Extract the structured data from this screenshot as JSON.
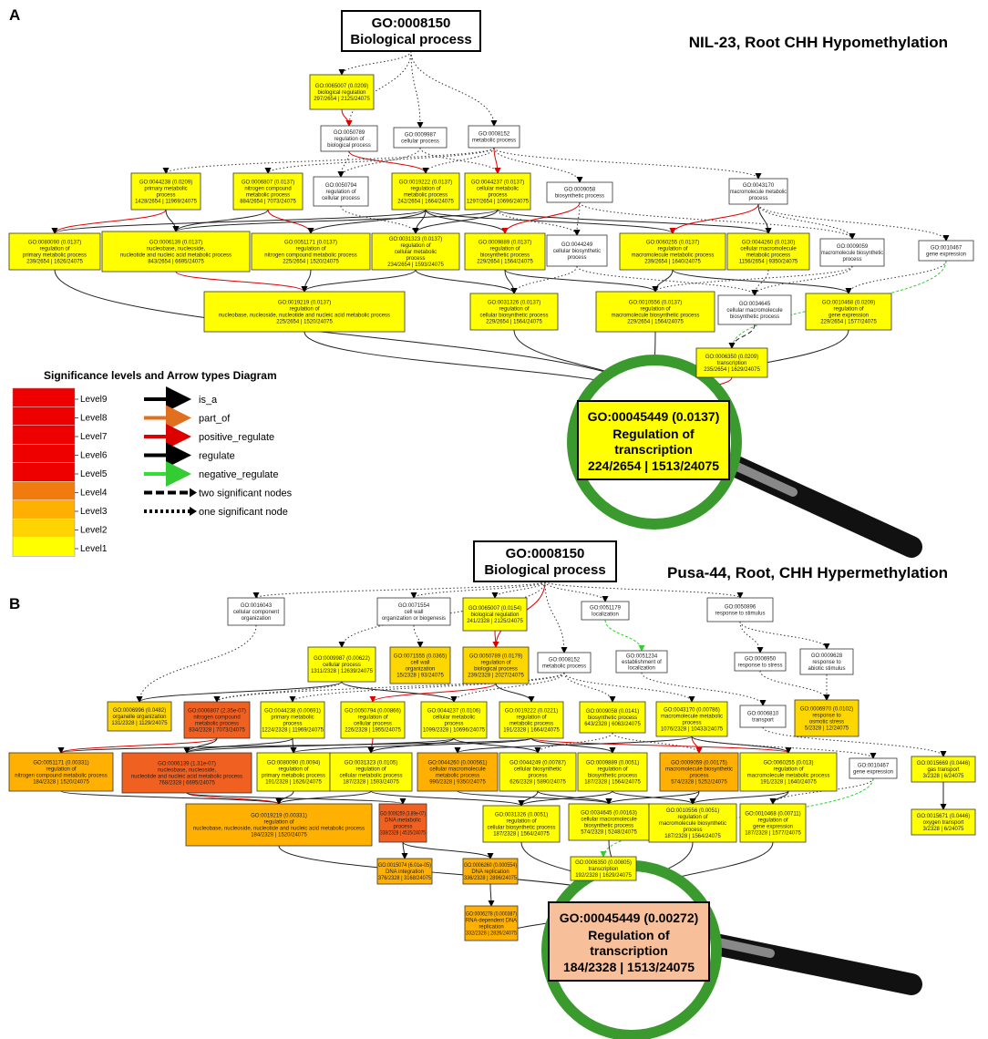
{
  "colors": {
    "white": "#ffffff",
    "level1": "#ffff00",
    "level2": "#ffd700",
    "level3": "#ffb000",
    "level4": "#f57a00",
    "level5": "#ee3a00",
    "orange_node": "#ffb000",
    "dark_orange_node": "#f06020",
    "magnifier_ring": "#3a9a2e",
    "b_mag_fill": "#f7c09a"
  },
  "panels": [
    {
      "label": "A",
      "title": "NIL-23, Root CHH Hypomethylation",
      "root": {
        "id": "GO:0008150",
        "name": "Biological process"
      },
      "magnifier": {
        "id": "GO:00045449 (0.0137)",
        "name_l1": "Regulation of",
        "name_l2": "transcription",
        "counts": "224/2654 | 1513/24075"
      },
      "nodes": [
        {
          "lines": [
            "GO:0065007 (0.0209)",
            "biological regulation",
            "297/2654 | 2125/24075"
          ]
        },
        {
          "lines": [
            "GO:0050789",
            "regulation of",
            "biological process"
          ]
        },
        {
          "lines": [
            "GO:0009987",
            "cellular process"
          ]
        },
        {
          "lines": [
            "GO:0008152",
            "metabolic process"
          ]
        },
        {
          "lines": [
            "GO:0044238 (0.0209)",
            "primary metabolic",
            "process",
            "1428/2654 | 11969/24075"
          ]
        },
        {
          "lines": [
            "GO:0006807 (0.0137)",
            "nitrogen compound",
            "metabolic process",
            "884/2654 | 7073/24075"
          ]
        },
        {
          "lines": [
            "GO:0050794",
            "regulation of",
            "cellular process"
          ]
        },
        {
          "lines": [
            "GO:0019222 (0.0137)",
            "regulation of",
            "metabolic process",
            "242/2654 | 1664/24075"
          ]
        },
        {
          "lines": [
            "GO:0044237 (0.0137)",
            "cellular metabolic",
            "process",
            "1297/2654 | 10696/24075"
          ]
        },
        {
          "lines": [
            "GO:0009058",
            "biosynthetic process"
          ]
        },
        {
          "lines": [
            "GO:0043170",
            "macromolecule metabolic",
            "process"
          ]
        },
        {
          "lines": [
            "GO:0080090 (0.0137)",
            "regulation of",
            "primary metabolic process",
            "239/2654 | 1626/24075"
          ]
        },
        {
          "lines": [
            "GO:0006139 (0.0137)",
            "nucleobase, nucleoside,",
            "nucleotide and nucleic acid metabolic process",
            "843/2654 | 6695/24075"
          ]
        },
        {
          "lines": [
            "GO:0051171 (0.0137)",
            "regulation of",
            "nitrogen compound metabolic process",
            "225/2654 | 1520/24075"
          ]
        },
        {
          "lines": [
            "GO:0031323 (0.0137)",
            "regulation of",
            "cellular metabolic",
            "process",
            "234/2654 | 1593/24075"
          ]
        },
        {
          "lines": [
            "GO:0009889 (0.0137)",
            "regulation of",
            "biosynthetic process",
            "229/2654 | 1564/24075"
          ]
        },
        {
          "lines": [
            "GO:0044249",
            "cellular biosynthetic",
            "process"
          ]
        },
        {
          "lines": [
            "GO:0060255 (0.0137)",
            "regulation of",
            "macromolecule metabolic process",
            "239/2654 | 1640/24075"
          ]
        },
        {
          "lines": [
            "GO:0044260 (0.0130)",
            "cellular macromolecule",
            "metabolic process",
            "1156/2654 | 9350/24075"
          ]
        },
        {
          "lines": [
            "GO:0009059",
            "macromolecule biosynthetic",
            "process"
          ]
        },
        {
          "lines": [
            "GO:0010467",
            "gene expression"
          ]
        },
        {
          "lines": [
            "GO:0019219 (0.0137)",
            "regulation of",
            "nucleobase, nucleoside, nucleotide and nucleic acid metabolic process",
            "225/2654 | 1520/24075"
          ]
        },
        {
          "lines": [
            "GO:0031326 (0.0137)",
            "regulation of",
            "cellular biosynthetic process",
            "229/2654 | 1564/24075"
          ]
        },
        {
          "lines": [
            "GO:0010556 (0.0137)",
            "regulation of",
            "macromolecule biosynthetic process",
            "229/2654 | 1564/24075"
          ]
        },
        {
          "lines": [
            "GO:0034645",
            "cellular macromolecule",
            "biosynthetic process"
          ]
        },
        {
          "lines": [
            "GO:0010468 (0.0209)",
            "regulation of",
            "gene expression",
            "229/2654 | 1577/24075"
          ]
        },
        {
          "lines": [
            "GO:0006350 (0.0209)",
            "transcription",
            "235/2654 | 1629/24075"
          ]
        }
      ]
    },
    {
      "label": "B",
      "title": "Pusa-44, Root, CHH Hypermethylation",
      "root": {
        "id": "GO:0008150",
        "name": "Biological process"
      },
      "magnifier": {
        "id": "GO:00045449 (0.00272)",
        "name_l1": "Regulation of",
        "name_l2": "transcription",
        "counts": "184/2328 | 1513/24075"
      },
      "nodes": [
        {
          "lines": [
            "GO:0016043",
            "cellular component",
            "organization"
          ]
        },
        {
          "lines": [
            "GO:0071554",
            "cell wall",
            "organization or biogenesis"
          ]
        },
        {
          "lines": [
            "GO:0065007 (0.0154)",
            "biological regulation",
            "241/2328 | 2125/24075"
          ]
        },
        {
          "lines": [
            "GO:0051179",
            "localization"
          ]
        },
        {
          "lines": [
            "GO:0050896",
            "response to stimulus"
          ]
        },
        {
          "lines": [
            "GO:0009987 (0.00622)",
            "cellular process",
            "1311/2328 | 12639/24075"
          ]
        },
        {
          "lines": [
            "GO:0071555 (0.0365)",
            "cell wall",
            "organization",
            "15/2328 | 93/24075"
          ]
        },
        {
          "lines": [
            "GO:0050789 (0.0179)",
            "regulation of",
            "biological process",
            "239/2328 | 2027/24075"
          ]
        },
        {
          "lines": [
            "GO:0008152",
            "metabolic process"
          ]
        },
        {
          "lines": [
            "GO:0051234",
            "establishment of",
            "localization"
          ]
        },
        {
          "lines": [
            "GO:0006950",
            "response to stress"
          ]
        },
        {
          "lines": [
            "GO:0009628",
            "response to",
            "abiotic stimulus"
          ]
        },
        {
          "lines": [
            "GO:0006996 (0.0482)",
            "organelle organization",
            "131/2328 | 1129/24075"
          ]
        },
        {
          "lines": [
            "GO:0006807 (2.35e-07)",
            "nitrogen compound",
            "metabolic process",
            "834/2328 | 7073/24075"
          ]
        },
        {
          "lines": [
            "GO:0044238 (0.00691)",
            "primary metabolic",
            "process",
            "1224/2328 | 11969/24075"
          ]
        },
        {
          "lines": [
            "GO:0050794 (0.00866)",
            "regulation of",
            "cellular process",
            "226/2328 | 1955/24075"
          ]
        },
        {
          "lines": [
            "GO:0044237 (0.0106)",
            "cellular metabolic",
            "process",
            "1099/2328 | 10696/24075"
          ]
        },
        {
          "lines": [
            "GO:0019222 (0.0221)",
            "regulation of",
            "metabolic process",
            "191/2328 | 1664/24075"
          ]
        },
        {
          "lines": [
            "GO:0009058 (0.0141)",
            "biosynthetic process",
            "643/2328 | 6063/24075"
          ]
        },
        {
          "lines": [
            "GO:0043170 (0.00786)",
            "macromolecule metabolic",
            "process",
            "1076/2328 | 10433/24075"
          ]
        },
        {
          "lines": [
            "GO:0006810",
            "transport"
          ]
        },
        {
          "lines": [
            "GO:0006970 (0.0102)",
            "response to",
            "osmotic stress",
            "5/2328 | 12/24075"
          ]
        },
        {
          "lines": [
            "GO:0051171 (0.00331)",
            "regulation of",
            "nitrogen compound metabolic process",
            "184/2328 | 1520/24075"
          ]
        },
        {
          "lines": [
            "GO:0006139 (1.31e-07)",
            "nucleobase, nucleoside,",
            "nucleotide and nucleic acid metabolic process",
            "768/2328 | 6695/24075"
          ]
        },
        {
          "lines": [
            "GO:0080090 (0.0094)",
            "regulation of",
            "primary metabolic process",
            "191/2328 | 1626/24075"
          ]
        },
        {
          "lines": [
            "GO:0031323 (0.0105)",
            "regulation of",
            "cellular metabolic process",
            "187/2328 | 1593/24075"
          ]
        },
        {
          "lines": [
            "GO:0044260 (0.000561)",
            "cellular macromolecule",
            "metabolic process",
            "990/2328 | 9350/24075"
          ]
        },
        {
          "lines": [
            "GO:0044249 (0.00787)",
            "cellular biosynthetic",
            "process",
            "626/2328 | 5890/24075"
          ]
        },
        {
          "lines": [
            "GO:0009889 (0.0051)",
            "regulation of",
            "biosynthetic process",
            "187/2328 | 1564/24075"
          ]
        },
        {
          "lines": [
            "GO:0009059 (0.00175)",
            "macromolecule biosynthetic",
            "process",
            "574/2328 | 5252/24075"
          ]
        },
        {
          "lines": [
            "GO:0060255 (0.013)",
            "regulation of",
            "macromolecule metabolic process",
            "191/2328 | 1640/24075"
          ]
        },
        {
          "lines": [
            "GO:0010467",
            "gene expression"
          ]
        },
        {
          "lines": [
            "GO:0015669 (0.0446)",
            "gas transport",
            "3/2328 | 6/24075"
          ]
        },
        {
          "lines": [
            "GO:0019219 (0.00331)",
            "regulation of",
            "nucleobase, nucleoside, nucleotide and nucleic acid metabolic process",
            "184/2328 | 1520/24075"
          ]
        },
        {
          "lines": [
            "GO:0006259 (3.89e-07)",
            "DNA metabolic",
            "process",
            "338/2328 | 4515/24075"
          ]
        },
        {
          "lines": [
            "GO:0031326 (0.0051)",
            "regulation of",
            "cellular biosynthetic process",
            "187/2328 | 1564/24075"
          ]
        },
        {
          "lines": [
            "GO:0034645 (0.00163)",
            "cellular macromolecule",
            "biosynthetic process",
            "574/2328 | 5248/24075"
          ]
        },
        {
          "lines": [
            "GO:0010556 (0.0051)",
            "regulation of",
            "macromolecule biosynthetic",
            "process",
            "187/2328 | 1564/24075"
          ]
        },
        {
          "lines": [
            "GO:0010468 (0.00711)",
            "regulation of",
            "gene expression",
            "187/2328 | 1577/24075"
          ]
        },
        {
          "lines": [
            "GO:0015671 (0.0446)",
            "oxygen transport",
            "3/2328 | 6/24075"
          ]
        },
        {
          "lines": [
            "GO:0015074 (6.01e-05)",
            "DNA integration",
            "376/2328 | 3168/24075"
          ]
        },
        {
          "lines": [
            "GO:0006260 (0.000554)",
            "DNA replication",
            "336/2328 | 2896/24075"
          ]
        },
        {
          "lines": [
            "GO:0006350 (0.00805)",
            "transcription",
            "192/2328 | 1629/24075"
          ]
        },
        {
          "lines": [
            "GO:0006278 (0.000387)",
            "RNA-dependent DNA",
            "replication",
            "332/2328 | 2826/24075"
          ]
        }
      ]
    }
  ],
  "legend": {
    "title": "Significance levels and Arrow types Diagram",
    "levels": [
      "Level9",
      "Level8",
      "Level7",
      "Level6",
      "Level5",
      "Level4",
      "Level3",
      "Level2",
      "Level1"
    ],
    "arrows": [
      {
        "label": "is_a",
        "color": "#000000",
        "style": "solid"
      },
      {
        "label": "part_of",
        "color": "#e07020",
        "style": "solid"
      },
      {
        "label": "positive_regulate",
        "color": "#dd0000",
        "style": "solid"
      },
      {
        "label": "regulate",
        "color": "#000000",
        "style": "solid"
      },
      {
        "label": "negative_regulate",
        "color": "#33dd33",
        "style": "solid"
      },
      {
        "label": "two significant nodes",
        "color": "#000000",
        "style": "dashed"
      },
      {
        "label": "one significant node",
        "color": "#000000",
        "style": "dotted"
      }
    ]
  }
}
